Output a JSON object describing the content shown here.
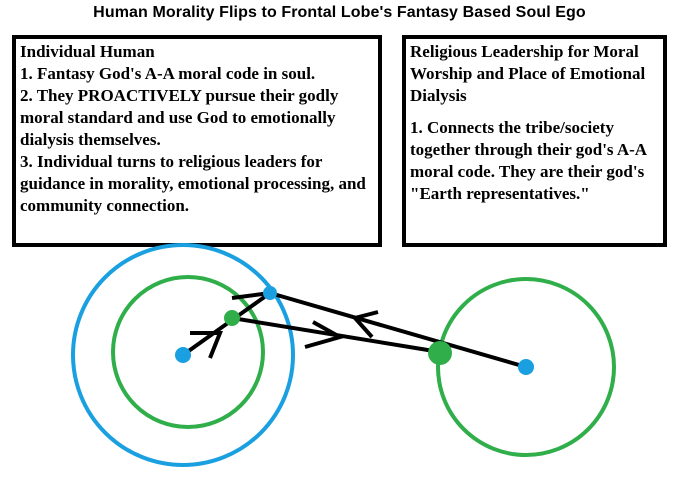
{
  "title": "Human Morality Flips to Frontal Lobe's Fantasy Based Soul Ego",
  "individual_box": {
    "heading": "Individual Human",
    "items": [
      "1. Fantasy God's A-A moral code in soul.",
      "2. They PROACTIVELY pursue their godly moral standard and use God to emotionally dialysis themselves.",
      "3. Individual turns to religious leaders for guidance in morality, emotional processing, and community connection."
    ]
  },
  "leadership_box": {
    "heading": "Religious Leadership for Moral Worship and Place of Emotional Dialysis",
    "items": [
      "1. Connects the tribe/society together through their god's A-A moral code. They are their god's \"Earth representatives.\""
    ]
  },
  "colors": {
    "blue": "#1a9fe0",
    "green": "#2fae4a",
    "black": "#000000"
  }
}
